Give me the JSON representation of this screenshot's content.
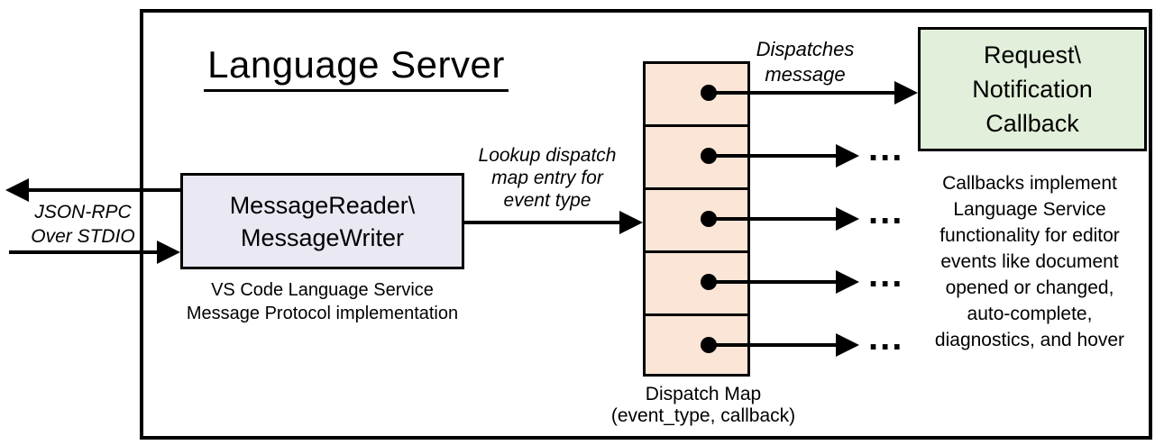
{
  "diagram": {
    "title": "Language Server"
  },
  "io_label": {
    "line1": "JSON-RPC",
    "line2": "Over STDIO"
  },
  "message_reader_box": {
    "line1": "MessageReader\\",
    "line2": "MessageWriter",
    "caption_line1": "VS Code Language Service",
    "caption_line2": "Message Protocol implementation"
  },
  "lookup_label": {
    "line1": "Lookup dispatch",
    "line2": "map entry for",
    "line3": "event type"
  },
  "dispatch_map": {
    "caption_line1": "Dispatch Map",
    "caption_line2": "(event_type, callback)",
    "cell_count": 5
  },
  "dispatches_label": {
    "line1": "Dispatches",
    "line2": "message"
  },
  "callback_box": {
    "line1": "Request\\",
    "line2": "Notification",
    "line3": "Callback"
  },
  "callbacks_note": {
    "lines": [
      "Callbacks implement",
      "Language Service",
      "functionality for editor",
      "events like document",
      "opened or changed,",
      "auto-complete,",
      "diagnostics, and hover"
    ]
  },
  "ellipsis": "...",
  "colors": {
    "message_reader_fill": "#e9e8f3",
    "dispatch_map_fill": "#fbe5d6",
    "callback_fill": "#e2efda",
    "line_color": "#000000",
    "background": "#ffffff"
  }
}
